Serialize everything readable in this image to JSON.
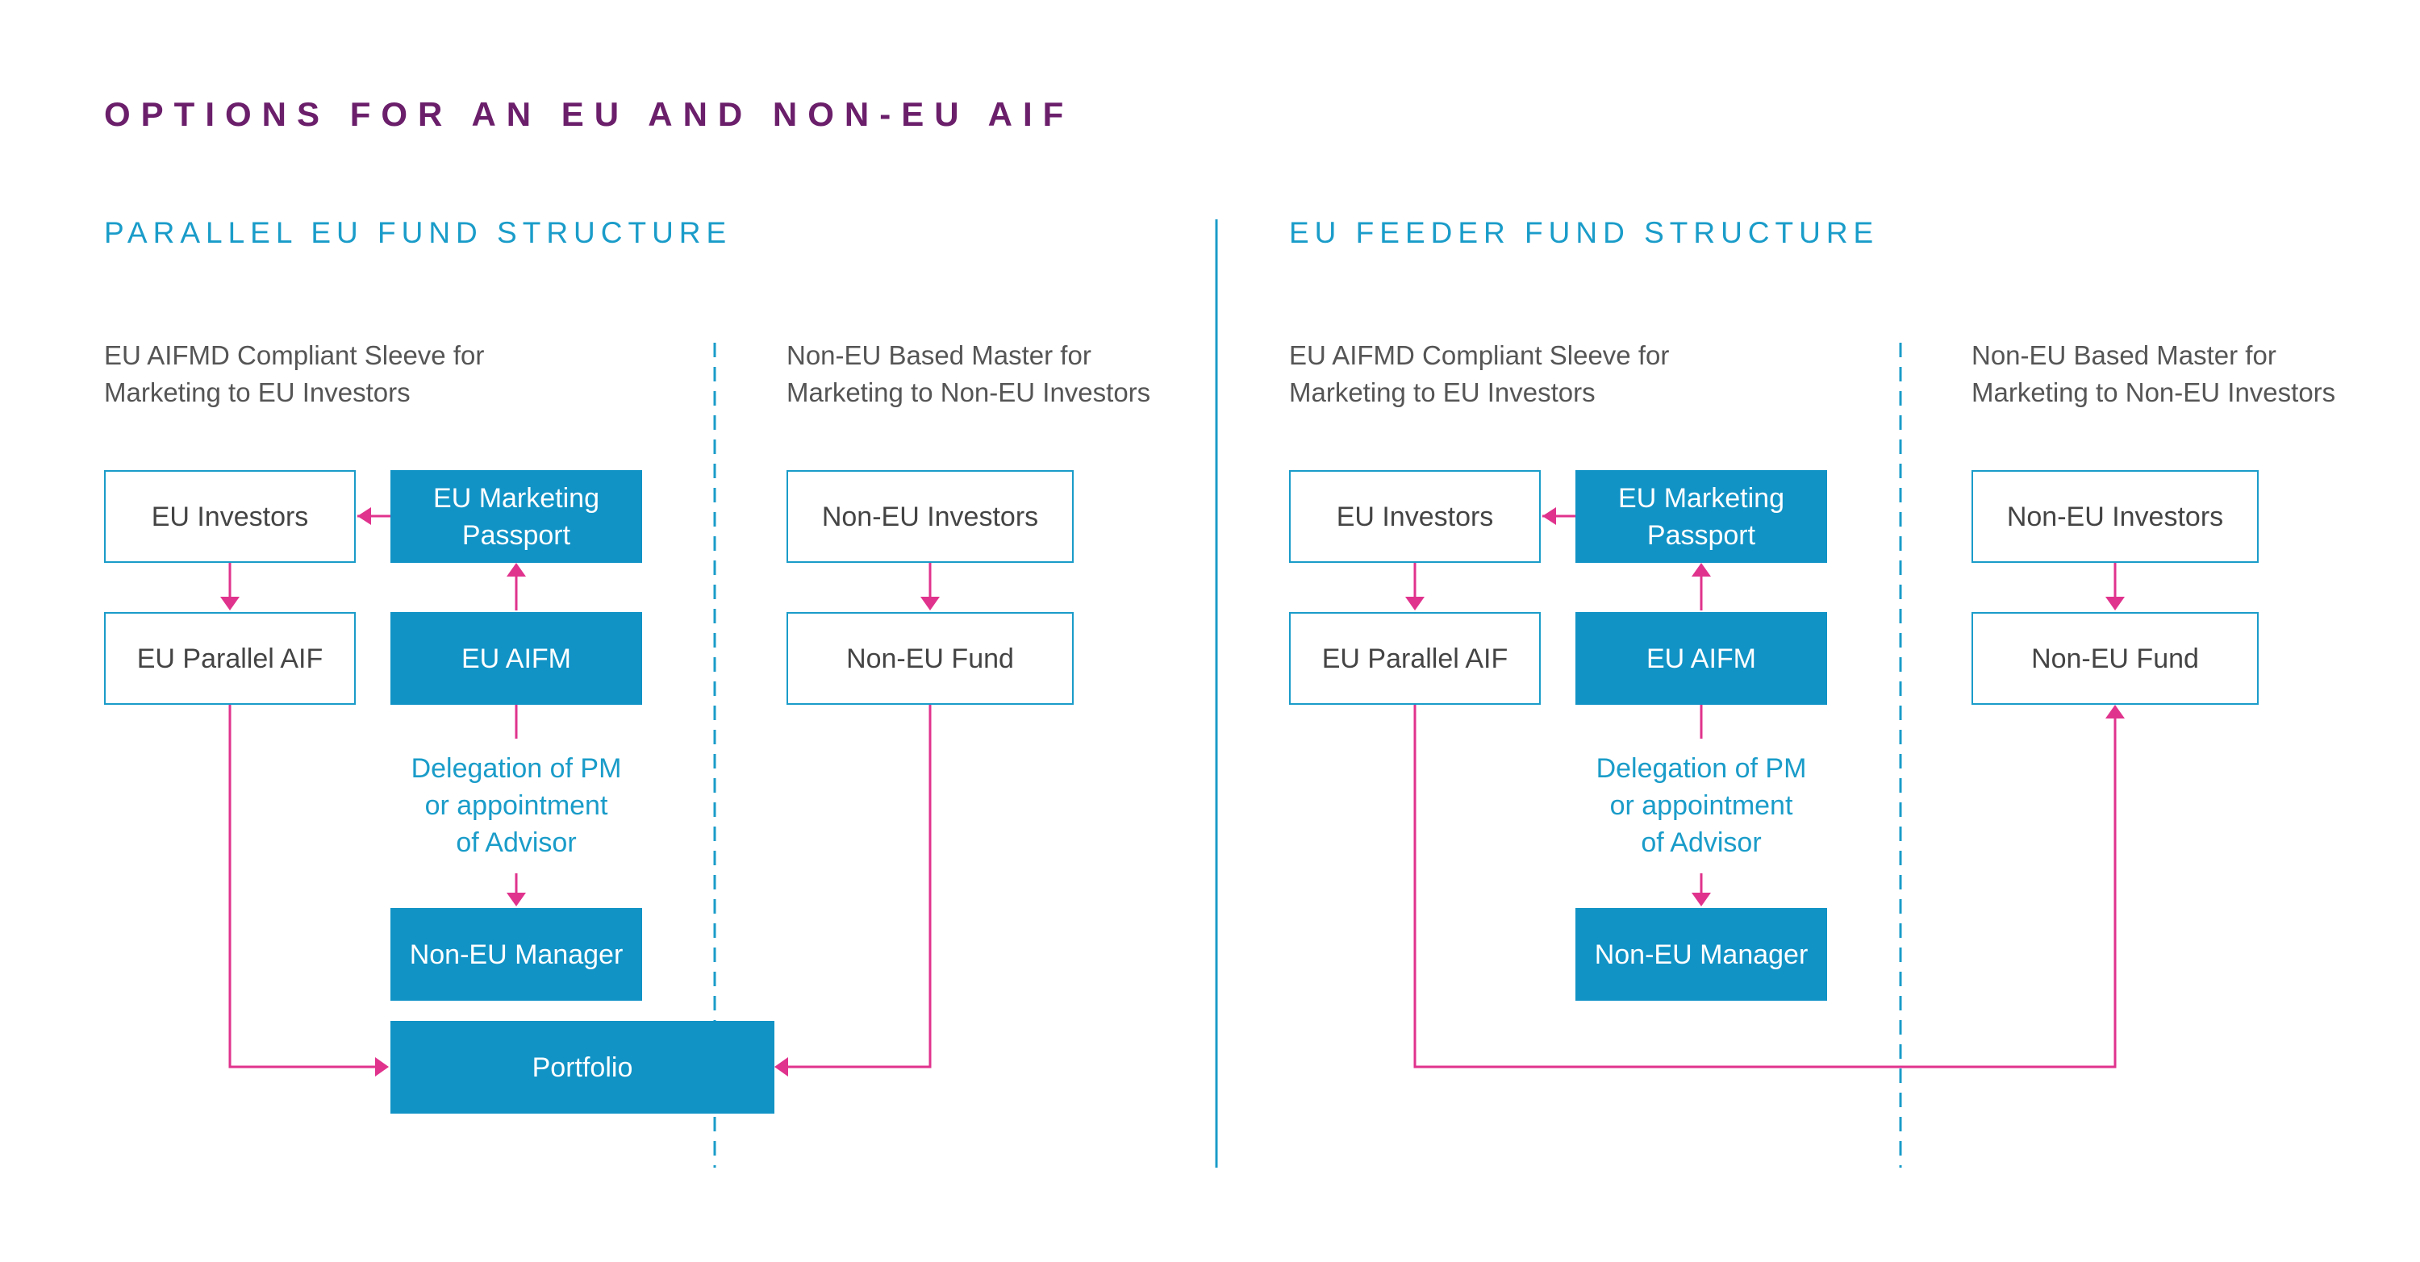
{
  "title": "OPTIONS FOR AN EU AND NON-EU AIF",
  "colors": {
    "title": "#6b1f6b",
    "accent": "#1a9cc9",
    "filled_box": "#1193c6",
    "arrow": "#e0338d",
    "text": "#444444"
  },
  "parallel": {
    "title": "PARALLEL EU FUND STRUCTURE",
    "eu_heading": "EU AIFMD Compliant Sleeve for\nMarketing to EU Investors",
    "non_eu_heading": "Non-EU Based Master for\nMarketing to Non-EU Investors",
    "eu_investors": "EU Investors",
    "eu_marketing_passport": "EU Marketing Passport",
    "eu_parallel_aif": "EU Parallel AIF",
    "eu_aifm": "EU AIFM",
    "delegation": "Delegation of PM\nor appointment\nof Advisor",
    "non_eu_manager": "Non-EU Manager",
    "portfolio": "Portfolio",
    "non_eu_investors": "Non-EU Investors",
    "non_eu_fund": "Non-EU Fund"
  },
  "feeder": {
    "title": "EU FEEDER FUND STRUCTURE",
    "eu_heading": "EU AIFMD Compliant Sleeve for\nMarketing to EU Investors",
    "non_eu_heading": "Non-EU Based Master for\nMarketing to Non-EU Investors",
    "eu_investors": "EU Investors",
    "eu_marketing_passport": "EU Marketing Passport",
    "eu_parallel_aif": "EU Parallel AIF",
    "eu_aifm": "EU AIFM",
    "delegation": "Delegation of PM\nor appointment\nof Advisor",
    "non_eu_manager": "Non-EU Manager",
    "non_eu_investors": "Non-EU Investors",
    "non_eu_fund": "Non-EU Fund"
  }
}
